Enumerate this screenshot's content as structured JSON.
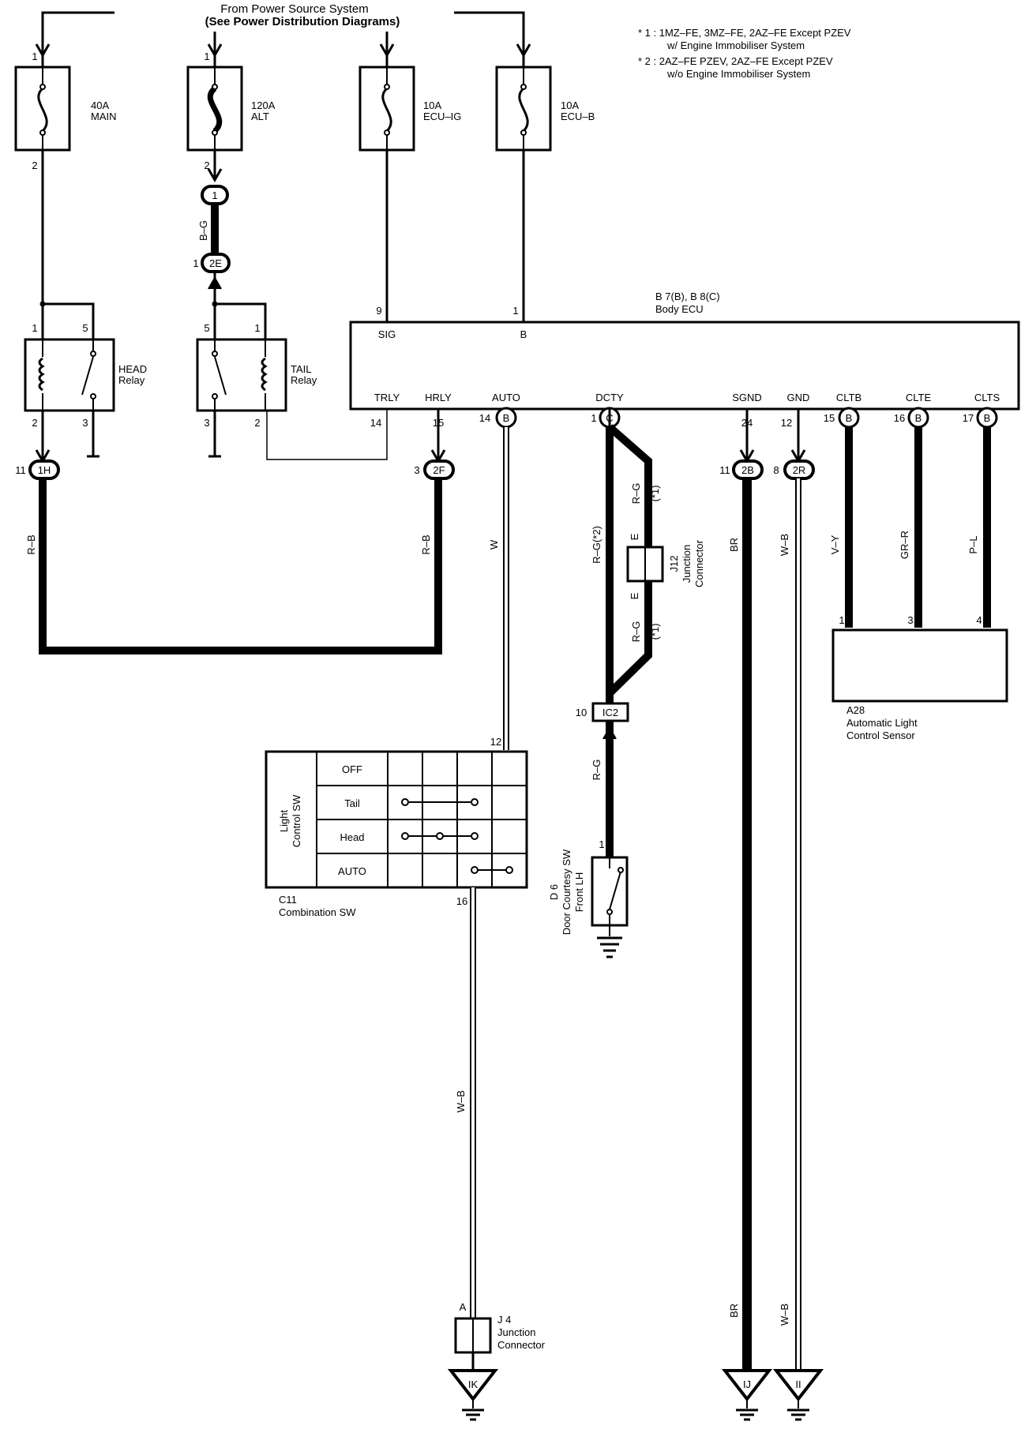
{
  "header": {
    "source": "From Power Source System",
    "source_ref": "(See Power Distribution Diagrams)"
  },
  "notes": {
    "n1a": "* 1 : 1MZ–FE,  3MZ–FE,  2AZ–FE Except PZEV",
    "n1b": "w/ Engine Immobiliser System",
    "n2a": "* 2 : 2AZ–FE PZEV,  2AZ–FE Except PZEV",
    "n2b": "w/o Engine Immobiliser System"
  },
  "fuses": [
    {
      "rating": "40A",
      "name": "MAIN",
      "pin_in": "1",
      "pin_out": "2"
    },
    {
      "rating": "120A",
      "name": "ALT",
      "pin_in": "1",
      "pin_out": "2"
    },
    {
      "rating": "10A",
      "name": "ECU–IG"
    },
    {
      "rating": "10A",
      "name": "ECU–B"
    }
  ],
  "alt_feed": {
    "conn_top": "1",
    "wire": "B–G",
    "conn_bottom": "2E",
    "conn_bottom_pin": "1"
  },
  "head_relay": {
    "name": "HEAD",
    "sub": "Relay",
    "pin_tl": "1",
    "pin_tr": "5",
    "pin_bl": "2",
    "pin_br": "3"
  },
  "tail_relay": {
    "name": "TAIL",
    "sub": "Relay",
    "pin_tl": "5",
    "pin_tr": "1",
    "pin_bl": "3",
    "pin_br": "2"
  },
  "ecu": {
    "ref": "B 7(B), B 8(C)",
    "name": "Body ECU",
    "pin_sig": "9",
    "pin_b": "1",
    "t_sig": "SIG",
    "t_b": "B",
    "t_trly": "TRLY",
    "t_hrly": "HRLY",
    "t_auto": "AUTO",
    "t_dcty": "DCTY",
    "t_sgnd": "SGND",
    "t_gnd": "GND",
    "t_cltb": "CLTB",
    "t_clte": "CLTE",
    "t_clts": "CLTS",
    "pin_trly": "14",
    "pin_hrly": "15",
    "pin_auto": "14",
    "conn_auto": "B",
    "pin_dcty": "1",
    "conn_dcty": "C",
    "pin_sgnd": "24",
    "pin_gnd": "12",
    "pin_cltb": "15",
    "conn_cltb": "B",
    "pin_clte": "16",
    "conn_clte": "B",
    "pin_clts": "17",
    "conn_clts": "B"
  },
  "loop": {
    "conn_left": "1H",
    "pin_left": "11",
    "conn_right": "2F",
    "pin_right": "3",
    "wire": "R–B"
  },
  "combo_sw": {
    "wire_in": "W",
    "pin_in": "12",
    "title1": "Light",
    "title2": "Control SW",
    "rows": [
      "OFF",
      "Tail",
      "Head",
      "AUTO"
    ],
    "ref": "C11",
    "name": "Combination SW",
    "pin_out": "16"
  },
  "j4": {
    "wire": "W–B",
    "pin": "A",
    "ref": "J 4",
    "name1": "Junction",
    "name2": "Connector",
    "ground": "IK"
  },
  "dcty": {
    "wire_j12_top": "R–G",
    "wire_j12_bot": "R–G",
    "note1": "(*1)",
    "wire_main": "R–G(*2)",
    "j12_pin": "E",
    "j12_ref": "J12",
    "j12_name1": "Junction",
    "j12_name2": "Connector",
    "ic2": "IC2",
    "ic2_pin": "10",
    "wire_lower": "R–G",
    "sw_pin": "1"
  },
  "d6": {
    "ref": "D 6",
    "name1": "Door Courtesy SW",
    "name2": "Front LH"
  },
  "sgnd": {
    "conn": "2B",
    "pin": "11",
    "wire": "BR",
    "ground": "IJ"
  },
  "gnd": {
    "conn": "2R",
    "pin": "8",
    "wire": "W–B",
    "ground": "II"
  },
  "sensor": {
    "w1": "V–Y",
    "w2": "GR–R",
    "w3": "P–L",
    "p1": "1",
    "p3": "3",
    "p4": "4",
    "ref": "A28",
    "name1": "Automatic Light",
    "name2": "Control Sensor"
  }
}
